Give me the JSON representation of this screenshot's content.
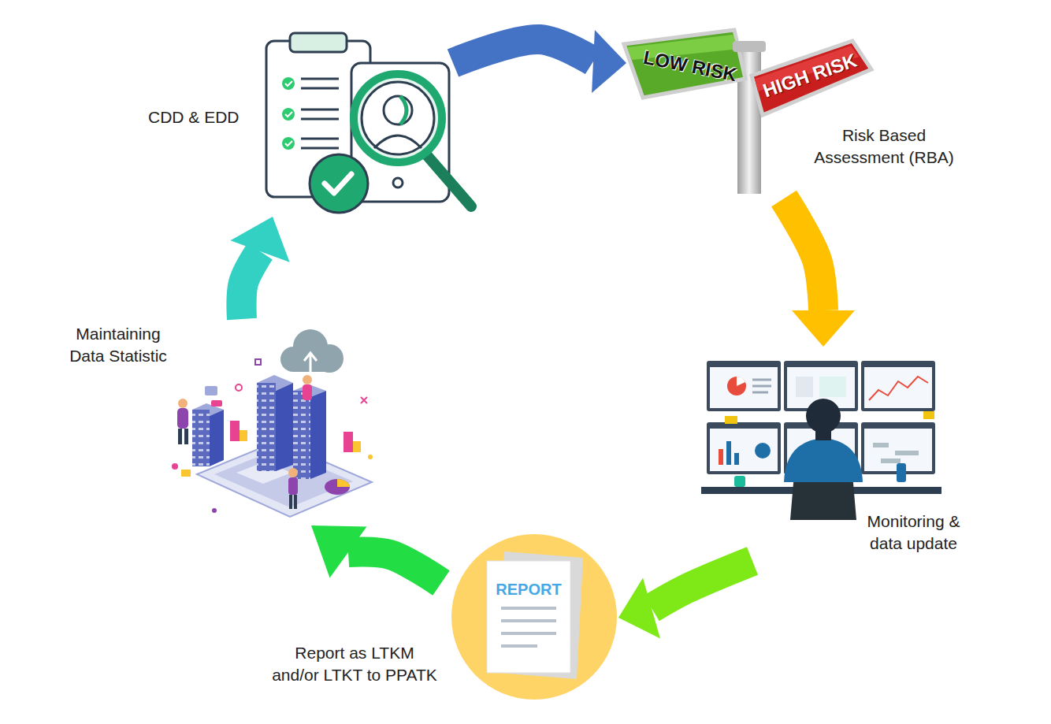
{
  "diagram": {
    "nodes": [
      {
        "text": [
          "CDD & EDD"
        ]
      },
      {
        "text": [
          "Risk Based Assessment (RBA)"
        ]
      },
      {
        "text": [
          "Monitoring & data update"
        ]
      },
      {
        "text": [
          "Report as LTKM and/or LTKT to PPATK"
        ]
      },
      {
        "text": [
          "Maintaining Data Statistic"
        ]
      }
    ],
    "edges": [
      {
        "from": 0,
        "to": 1,
        "arrow": "to"
      },
      {
        "from": 1,
        "to": 2,
        "arrow": "to"
      },
      {
        "from": 2,
        "to": 3,
        "arrow": "to"
      },
      {
        "from": 3,
        "to": 4,
        "arrow": "to"
      },
      {
        "from": 4,
        "to": 0,
        "arrow": "to"
      }
    ],
    "labels": [
      "LOW RISK",
      "HIGH RISK",
      "REPORT"
    ]
  }
}
